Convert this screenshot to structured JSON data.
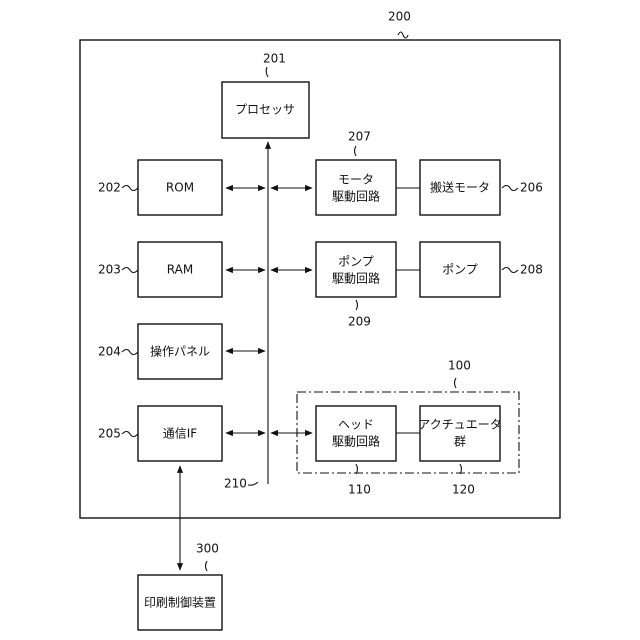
{
  "refs": {
    "r200": "200",
    "r201": "201",
    "r202": "202",
    "r203": "203",
    "r204": "204",
    "r205": "205",
    "r206": "206",
    "r207": "207",
    "r208": "208",
    "r209": "209",
    "r210": "210",
    "r100": "100",
    "r110": "110",
    "r120": "120",
    "r300": "300"
  },
  "blocks": {
    "processor": "プロセッサ",
    "rom": "ROM",
    "ram": "RAM",
    "panel": "操作パネル",
    "comm_if": "通信IF",
    "motor_drive_1": "モータ",
    "motor_drive_2": "駆動回路",
    "conveyor_motor": "搬送モータ",
    "pump_drive_1": "ポンプ",
    "pump_drive_2": "駆動回路",
    "pump": "ポンプ",
    "head_drive_1": "ヘッド",
    "head_drive_2": "駆動回路",
    "actuator_1": "アクチュエータ",
    "actuator_2": "群",
    "print_controller": "印刷制御装置"
  }
}
